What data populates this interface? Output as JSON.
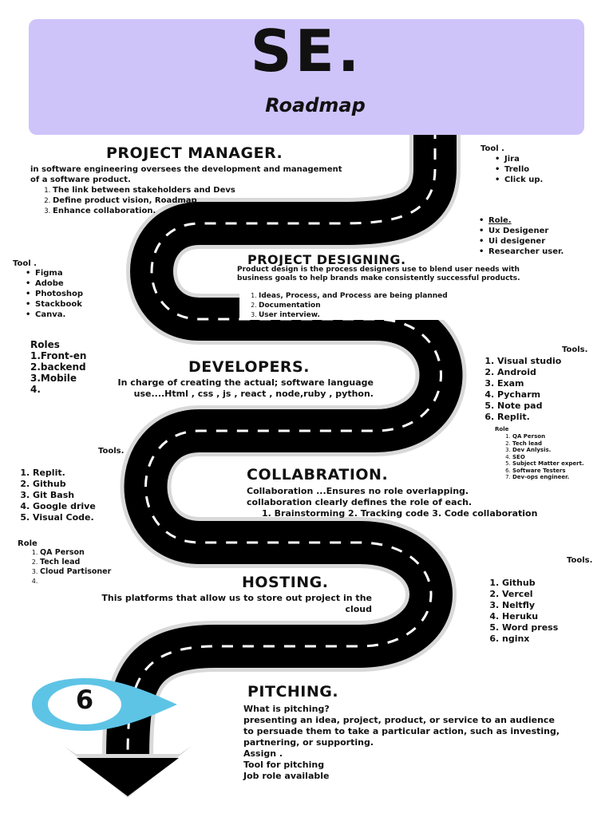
{
  "header": {
    "title": "SE.",
    "subtitle": "Roadmap"
  },
  "colors": {
    "header_bg": "#cfc4fa",
    "road": "#000000",
    "road_dash": "#ffffff",
    "marker_blue": "#5ec4e6"
  },
  "pm": {
    "heading": "PROJECT MANAGER.",
    "desc": "in software engineering oversees the development and management of a software product.",
    "items": [
      "The link between stakeholders and Devs",
      "Define product vision, Roadmap",
      "Enhance collaboration."
    ],
    "tool_label": "Tool .",
    "tools": [
      "Jira",
      "Trello",
      "Click up."
    ]
  },
  "pd": {
    "heading": "PROJECT DESIGNING.",
    "desc": "Product design is the process designers use to blend user needs with business goals to help brands make consistently successful products.",
    "items": [
      "Ideas, Process, and Process are being planned",
      "Documentation",
      "User interview."
    ],
    "role_label": "Role.",
    "roles": [
      "Ux Desigener",
      "Ui desigener",
      "Researcher user."
    ],
    "tool_label": "Tool .",
    "tools": [
      "Figma",
      "Adobe",
      "Photoshop",
      "Stackbook",
      "Canva."
    ]
  },
  "dev": {
    "heading": "DEVELOPERS.",
    "desc": "In charge of creating the actual;  software language use....Html , css , js , react , node,ruby , python.",
    "roles_label": "Roles",
    "roles": [
      "1.Front-en",
      "2.backend",
      "3.Mobile",
      "4."
    ],
    "tools_label": "Tools.",
    "tools": [
      "Visual studio",
      "Android",
      "Exam",
      "Pycharm",
      "Note pad",
      "Replit."
    ],
    "role_small_label": "Role",
    "roles_small": [
      "QA Person",
      "Tech lead",
      "Dev Anlysis.",
      "SEO",
      "Subject Matter expert.",
      "Software Testers",
      "Dev-ops engineer."
    ]
  },
  "collab": {
    "heading": "COLLABRATION.",
    "line1": "Collaboration ...Ensures no role overlapping.",
    "line2": "collaboration clearly defines the role of each.",
    "line3": "1. Brainstorming 2. Tracking code 3. Code collaboration",
    "tools_label": "Tools.",
    "tools": [
      "Replit.",
      "Github",
      "Git Bash",
      "Google drive",
      "Visual Code."
    ],
    "role_label": "Role",
    "roles": [
      "QA Person",
      "Tech lead",
      "Cloud Partisoner",
      ""
    ]
  },
  "hosting": {
    "heading": "HOSTING.",
    "desc": "This platforms that allow us to  store out  project in the cloud",
    "tools_label": "Tools.",
    "tools": [
      "Github",
      "Vercel",
      "Neltfly",
      "Heruku",
      "Word press",
      "nginx"
    ]
  },
  "pitching": {
    "number": "6",
    "heading": "PITCHING.",
    "lines": [
      "What is pitching?",
      "presenting an idea, project, product, or service to an audience to persuade them to take a particular action, such as investing, partnering, or supporting.",
      "Assign .",
      "Tool for  pitching",
      "Job role available"
    ]
  }
}
